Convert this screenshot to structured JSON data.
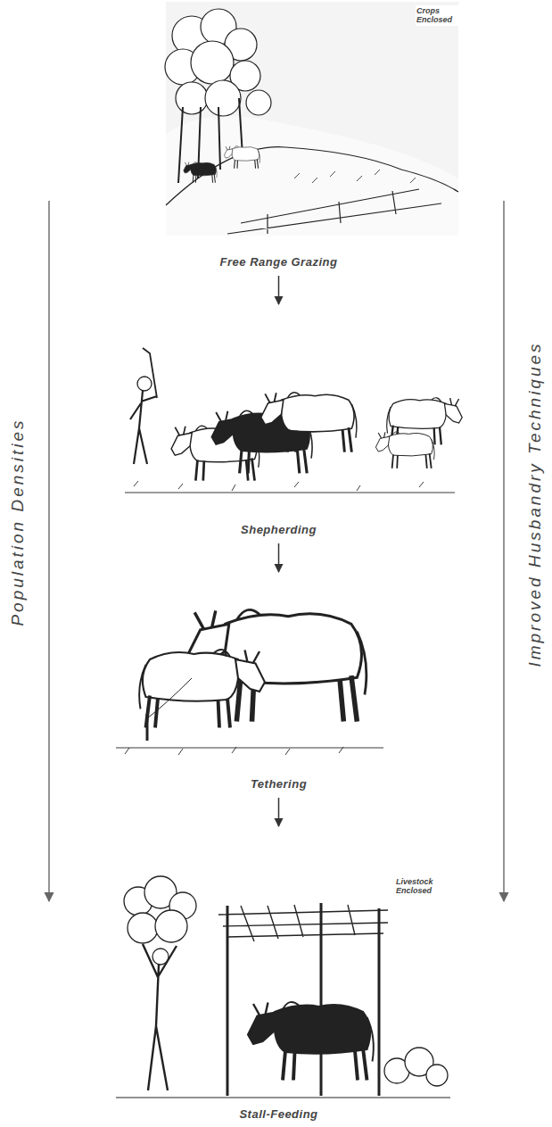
{
  "diagram": {
    "nodes": [
      {
        "text": [
          "Free Range Grazing"
        ]
      },
      {
        "text": [
          "Shepherding"
        ]
      },
      {
        "text": [
          "Tethering"
        ]
      },
      {
        "text": [
          "Stall-Feeding"
        ]
      }
    ],
    "edges": [
      {
        "from": 0,
        "to": 1,
        "arrow": "to"
      },
      {
        "from": 1,
        "to": 2,
        "arrow": "to"
      },
      {
        "from": 2,
        "to": 3,
        "arrow": "to"
      }
    ],
    "labels": [
      "Crops Enclosed",
      "Livestock Enclosed",
      "Population Densities",
      "Improved Husbandry Techniques"
    ]
  }
}
